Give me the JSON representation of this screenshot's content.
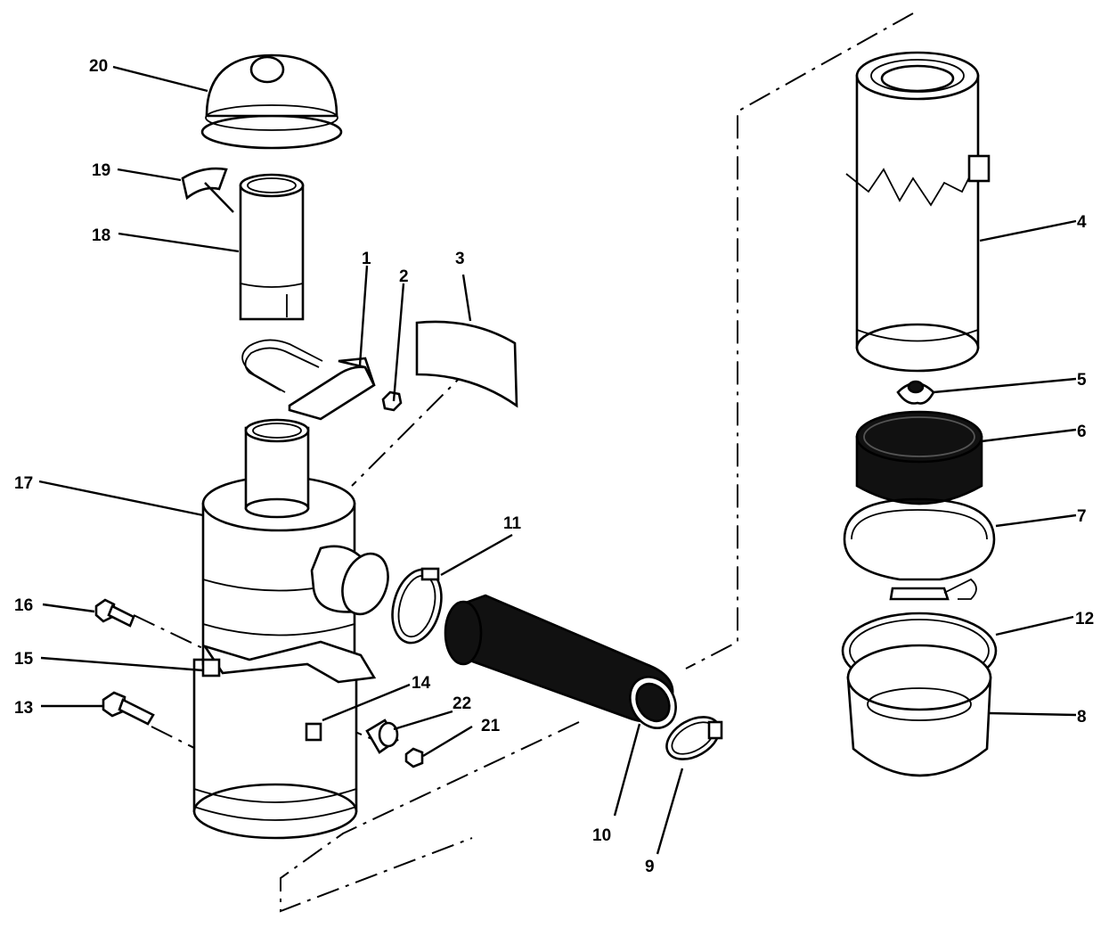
{
  "diagram": {
    "labels": [
      {
        "id": "1",
        "text": "1"
      },
      {
        "id": "2",
        "text": "2"
      },
      {
        "id": "3",
        "text": "3"
      },
      {
        "id": "4",
        "text": "4"
      },
      {
        "id": "5",
        "text": "5"
      },
      {
        "id": "6",
        "text": "6"
      },
      {
        "id": "7",
        "text": "7"
      },
      {
        "id": "8",
        "text": "8"
      },
      {
        "id": "9",
        "text": "9"
      },
      {
        "id": "10",
        "text": "10"
      },
      {
        "id": "11",
        "text": "11"
      },
      {
        "id": "12",
        "text": "12"
      },
      {
        "id": "13",
        "text": "13"
      },
      {
        "id": "14",
        "text": "14"
      },
      {
        "id": "15",
        "text": "15"
      },
      {
        "id": "16",
        "text": "16"
      },
      {
        "id": "17",
        "text": "17"
      },
      {
        "id": "18",
        "text": "18"
      },
      {
        "id": "19",
        "text": "19"
      },
      {
        "id": "20",
        "text": "20"
      },
      {
        "id": "21",
        "text": "21"
      },
      {
        "id": "22",
        "text": "22"
      }
    ]
  }
}
